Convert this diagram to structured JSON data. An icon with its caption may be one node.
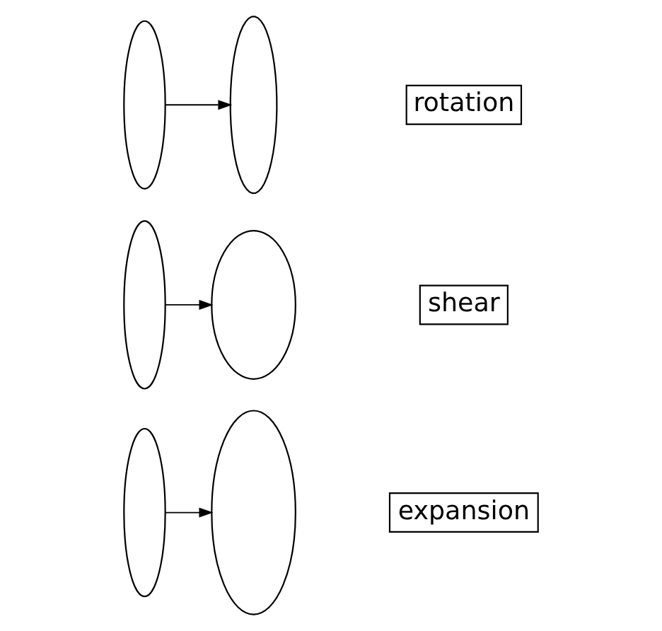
{
  "diagram": {
    "nodes": [
      {
        "text": [],
        "shape": "ellipse"
      },
      {
        "text": [],
        "shape": "ellipse"
      },
      {
        "text": [
          "expansion"
        ]
      },
      {
        "text": [],
        "shape": "ellipse"
      },
      {
        "text": [],
        "shape": "ellipse"
      },
      {
        "text": [
          "shear"
        ]
      },
      {
        "text": [],
        "shape": "ellipse"
      },
      {
        "text": [],
        "shape": "ellipse"
      },
      {
        "text": [
          "rotation"
        ]
      }
    ],
    "edges": [
      {
        "from": 0,
        "to": 1,
        "arrow": "to"
      },
      {
        "from": 3,
        "to": 4,
        "arrow": "to"
      },
      {
        "from": 6,
        "to": 7,
        "arrow": "to"
      }
    ]
  }
}
